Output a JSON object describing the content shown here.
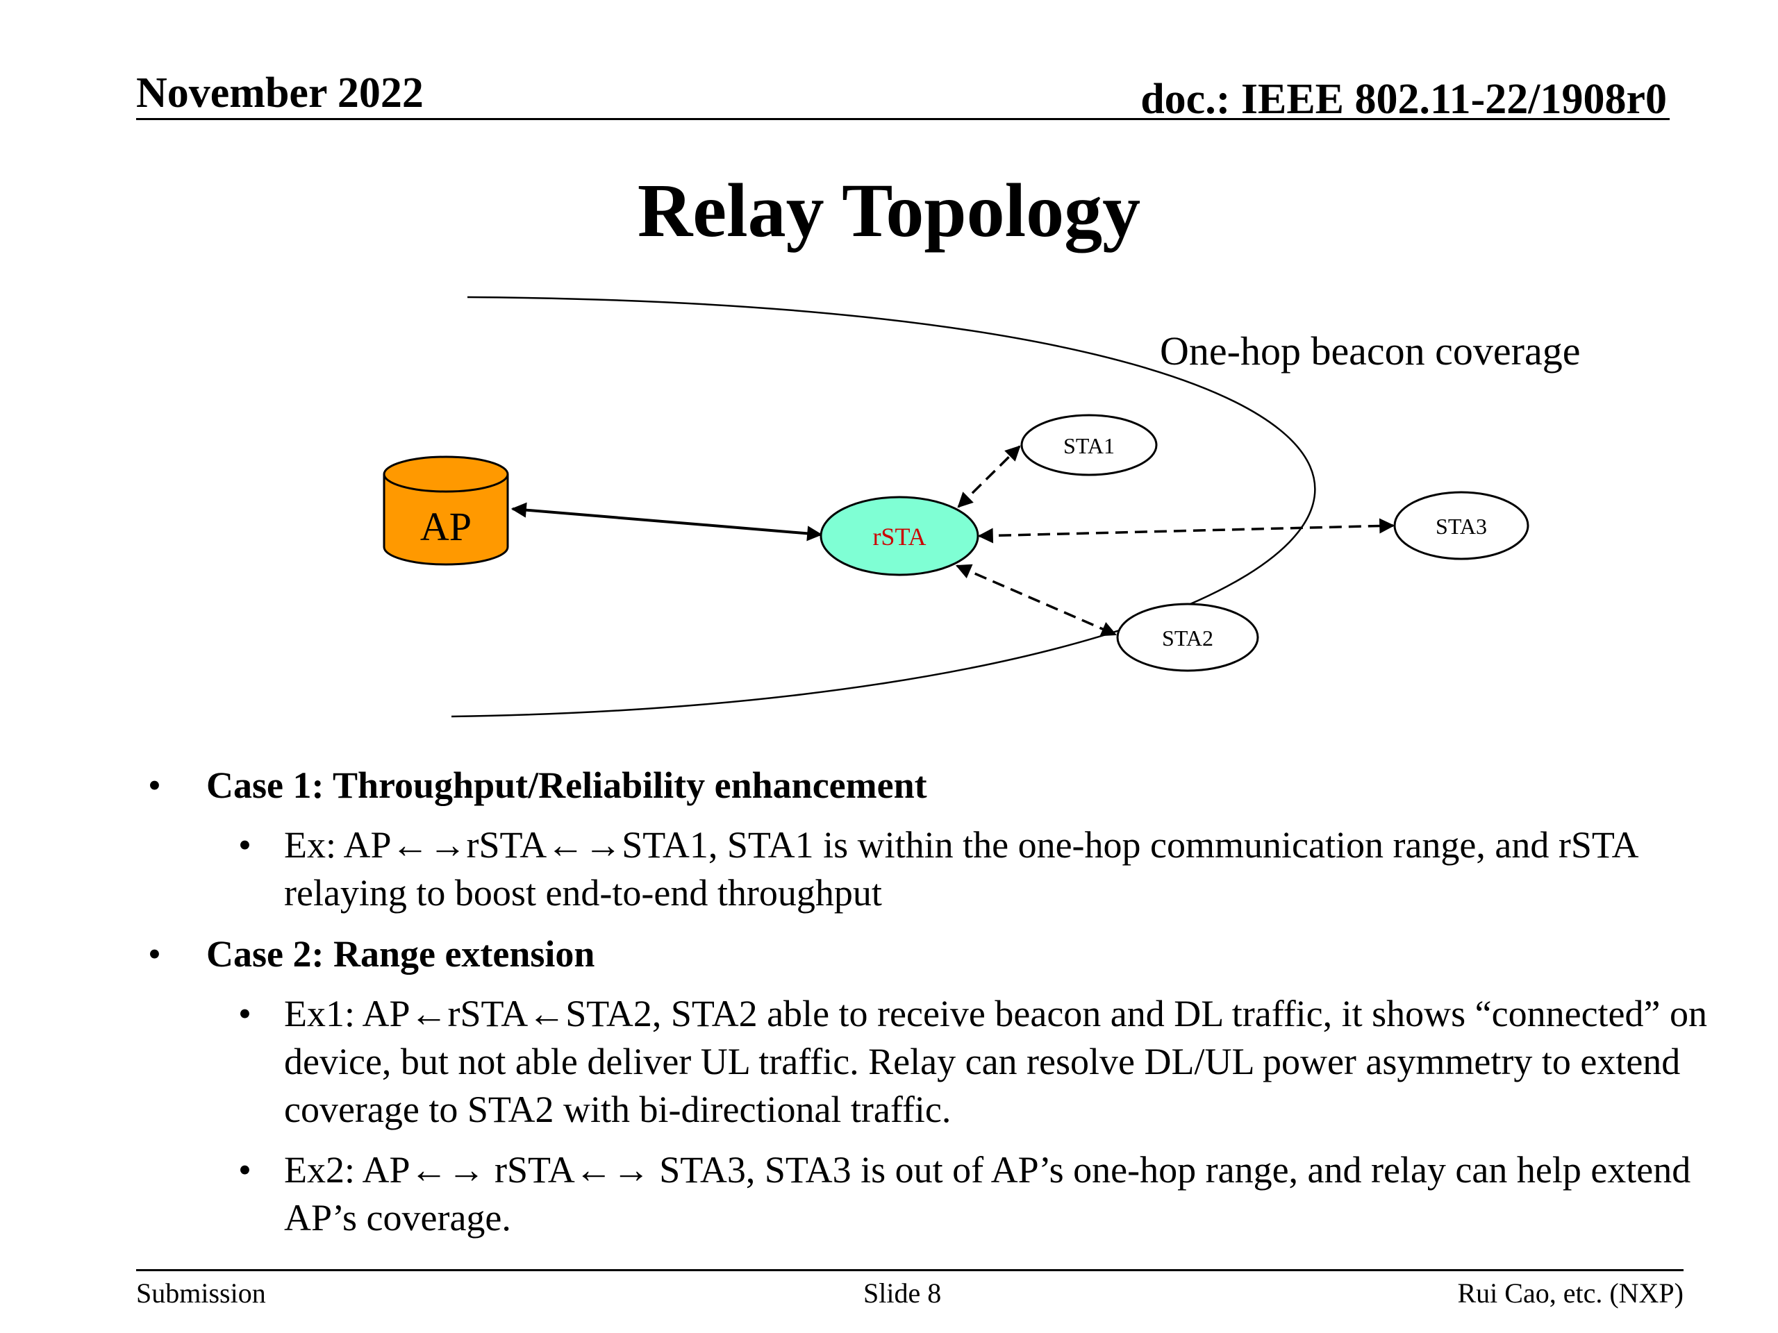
{
  "header": {
    "date": "November 2022",
    "doc_id": "doc.: IEEE 802.11-22/1908r0"
  },
  "title": "Relay Topology",
  "diagram": {
    "coverage_label": "One-hop beacon coverage",
    "nodes": {
      "ap": "AP",
      "rsta": "rSTA",
      "sta1": "STA1",
      "sta2": "STA2",
      "sta3": "STA3"
    },
    "colors": {
      "ap_fill": "#FF9900",
      "rsta_fill": "#7FFFD4",
      "rsta_text": "#CC0000"
    }
  },
  "bullets": {
    "case1": {
      "heading": "Case 1: Throughput/Reliability enhancement",
      "ex": "Ex: AP←→rSTA←→STA1, STA1 is within the one-hop communication range, and rSTA relaying to boost end-to-end throughput"
    },
    "case2": {
      "heading": "Case 2: Range extension",
      "ex1": "Ex1: AP←rSTA←STA2, STA2 able to receive beacon and DL traffic, it shows “connected” on device, but not able deliver UL traffic. Relay can resolve DL/UL power asymmetry to extend coverage to STA2 with bi-directional traffic.",
      "ex2": "Ex2: AP←→ rSTA←→ STA3, STA3 is out of AP’s one-hop range, and relay can help extend AP’s coverage."
    },
    "bullet_glyph": "•"
  },
  "footer": {
    "left": "Submission",
    "center": "Slide 8",
    "right": "Rui Cao, etc. (NXP)"
  }
}
